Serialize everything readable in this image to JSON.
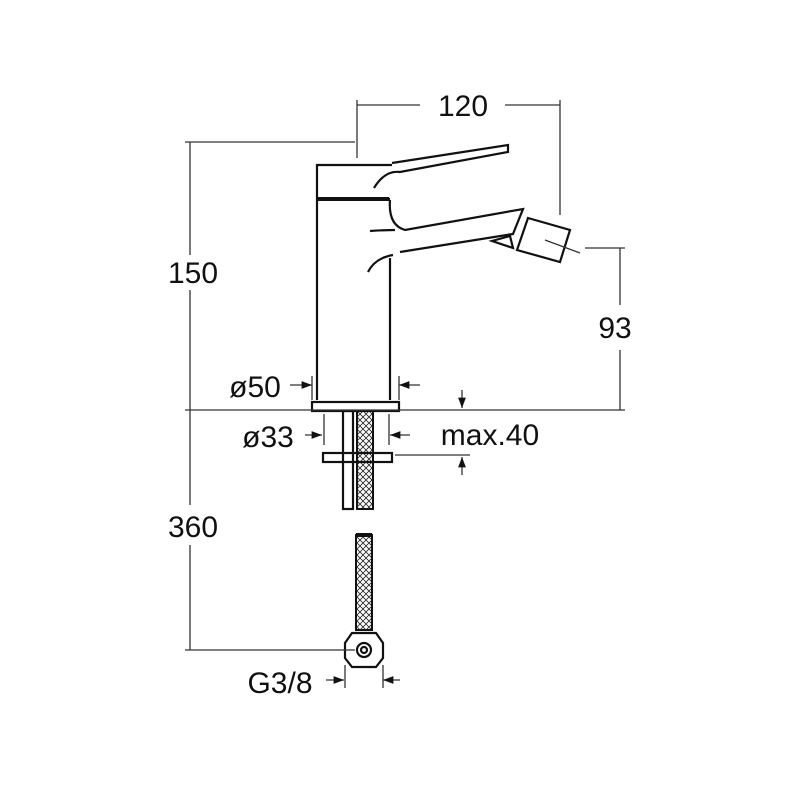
{
  "title": "Bidet mixer dimension drawing",
  "dimensions": {
    "spout_reach": "120",
    "total_height": "150",
    "spout_height": "93",
    "base_diameter": "ø50",
    "hole_diameter": "ø33",
    "max_deck_thickness": "max.40",
    "hose_length": "360",
    "connection_thread": "G3/8"
  }
}
